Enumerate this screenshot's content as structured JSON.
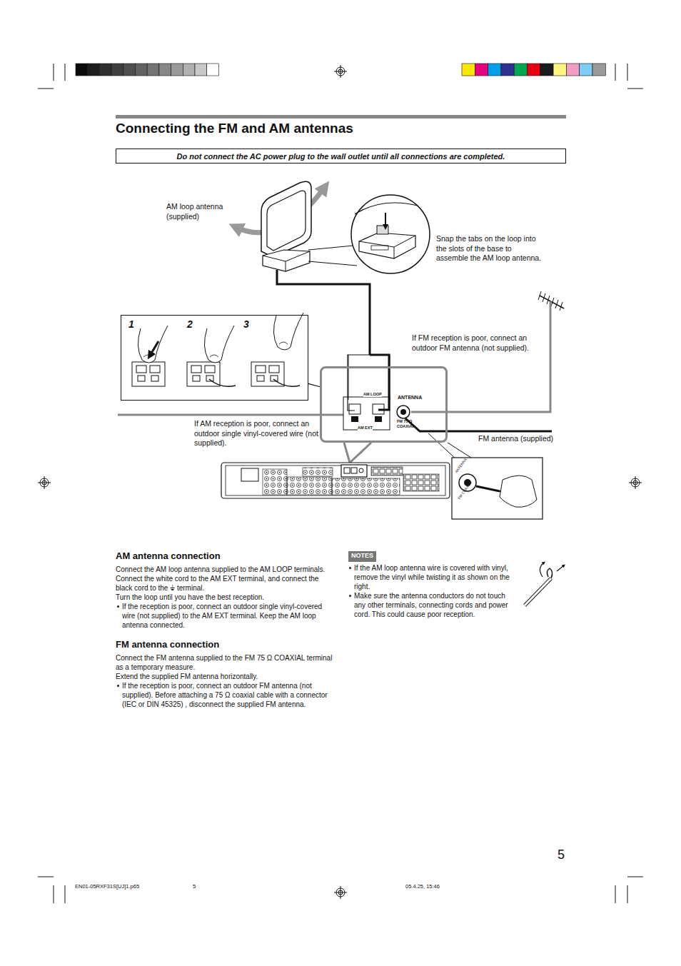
{
  "diagram": {
    "title": "Connecting the FM and AM antennas",
    "nodes": [
      {
        "text": [
          "Do not connect the AC power plug to the wall outlet until all connections are completed."
        ]
      },
      {
        "text": [
          "1",
          "2",
          "3"
        ]
      },
      {
        "text": [
          "AM LOOP",
          "ANTENNA",
          "AM EXT",
          "FM 75 Ω COAXIAL"
        ]
      },
      {
        "text": [
          "NOTES"
        ]
      }
    ],
    "edges": [
      {
        "from": 1,
        "to": 2,
        "arrow": "none"
      }
    ],
    "labels": [
      "AM loop antenna (supplied)",
      "Snap the tabs on the loop into the slots of the base to assemble the AM loop antenna.",
      "If FM reception is poor, connect an outdoor FM antenna (not supplied).",
      "If AM reception is poor, connect an outdoor single vinyl-covered wire (not supplied).",
      "FM antenna (supplied)",
      "AM antenna connection",
      "Connect the AM loop antenna supplied to the AM LOOP terminals.",
      "Connect the white cord to the AM EXT terminal, and connect the black cord to the ⏚ terminal.",
      "Turn the loop until you have the best reception.",
      "If the reception is poor, connect an outdoor single vinyl-covered wire (not supplied) to the AM EXT terminal. Keep the AM loop antenna connected.",
      "FM antenna connection",
      "Connect the FM antenna supplied to the FM 75 Ω COAXIAL terminal as a temporary measure.",
      "Extend the supplied FM antenna horizontally.",
      "If the reception is poor, connect an outdoor FM antenna (not supplied). Before attaching a 75 Ω coaxial cable with a connector (IEC or DIN 45325) , disconnect the supplied FM antenna.",
      "If the AM loop antenna wire is covered with vinyl, remove the vinyl while twisting it as shown on the right.",
      "Make sure the antenna conductors do not touch any other terminals, connecting cords and power cord. This could cause poor reception.",
      "5",
      "EN01-05RXF31S[UJ]1.p65",
      "5",
      "05.4.25, 15:46",
      "ANTENNA",
      "FM COAXIAL"
    ]
  }
}
